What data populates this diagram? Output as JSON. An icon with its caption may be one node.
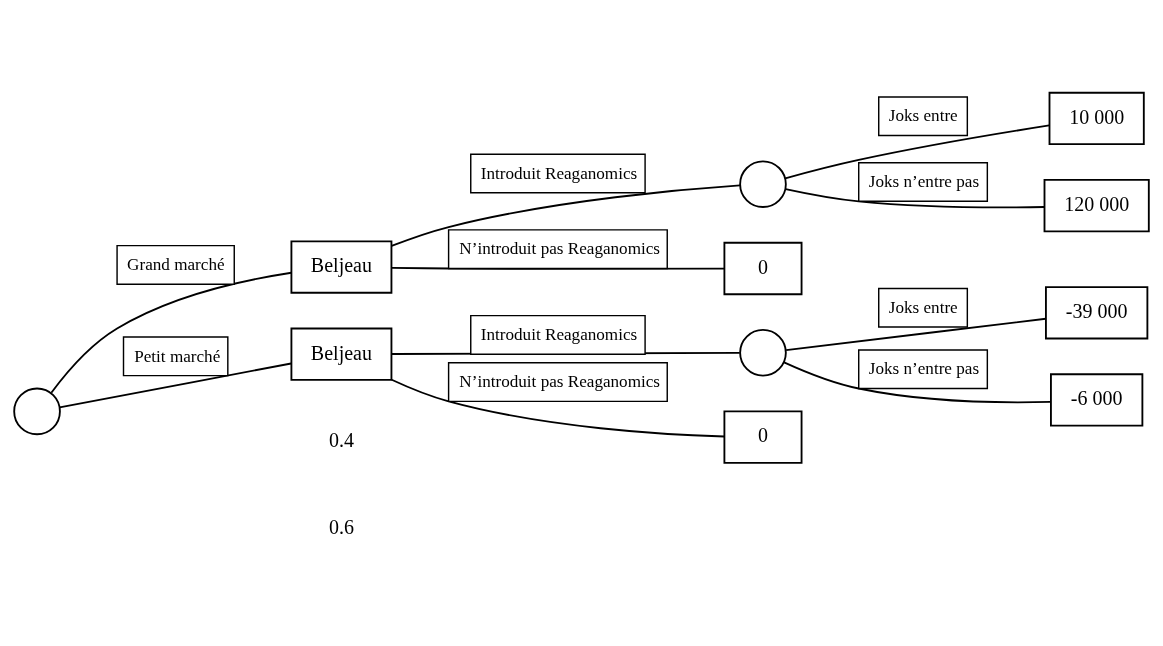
{
  "diagram": {
    "nodes": [
      {
        "text": [],
        "shape": "circle"
      },
      {
        "text": [
          "Beljeau"
        ]
      },
      {
        "text": [],
        "shape": "circle"
      },
      {
        "text": [
          "10 000"
        ]
      },
      {
        "text": [
          "120 000"
        ]
      },
      {
        "text": [
          "0"
        ]
      },
      {
        "text": [
          "Beljeau"
        ]
      },
      {
        "text": [],
        "shape": "circle"
      },
      {
        "text": [
          "-39 000"
        ]
      },
      {
        "text": [
          "-6 000"
        ]
      },
      {
        "text": [
          "0"
        ]
      }
    ],
    "edges": [
      {
        "from": 0,
        "to": 1,
        "arrow": "none",
        "label": "Grand marché"
      },
      {
        "from": 0,
        "to": 6,
        "arrow": "none",
        "label": "Petit marché"
      },
      {
        "from": 1,
        "to": 2,
        "arrow": "none",
        "label": "Introduit Reaganomics"
      },
      {
        "from": 2,
        "to": 3,
        "arrow": "none",
        "label": "Joks entre"
      },
      {
        "from": 2,
        "to": 4,
        "arrow": "none",
        "label": "Joks n’entre pas"
      },
      {
        "from": 1,
        "to": 5,
        "arrow": "none",
        "label": "N’introduit pas Reaganomics"
      },
      {
        "from": 6,
        "to": 7,
        "arrow": "none",
        "label": "Introduit Reaganomics"
      },
      {
        "from": 7,
        "to": 8,
        "arrow": "none",
        "label": "Joks entre"
      },
      {
        "from": 7,
        "to": 9,
        "arrow": "none",
        "label": "Joks n’entre pas"
      },
      {
        "from": 6,
        "to": 10,
        "arrow": "none",
        "label": "N’introduit pas Reaganomics"
      }
    ],
    "labels": [
      "0.4",
      "0.6"
    ]
  }
}
